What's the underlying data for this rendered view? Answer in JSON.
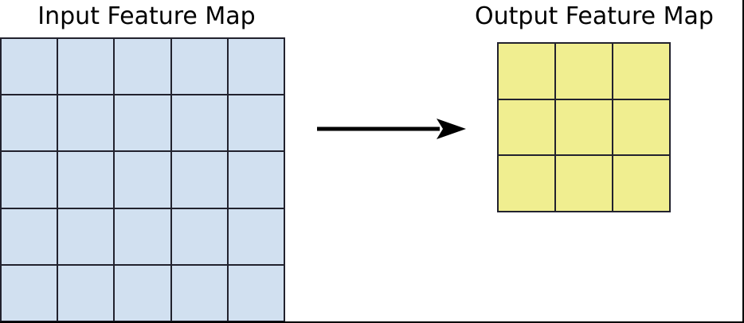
{
  "diagram": {
    "title_left": "Input Feature Map",
    "title_right": "Output Feature Map",
    "arrow_label": "",
    "colors": {
      "input_fill": "#d1e0f0",
      "output_fill": "#f0ee90",
      "gridline": "#22222e",
      "arrow": "#000000",
      "background": "#ffffff",
      "text": "#000000"
    }
  },
  "chart_data": {
    "type": "diagram",
    "title": "Convolution feature map size reduction",
    "panels": [
      {
        "name": "input",
        "label": "Input Feature Map",
        "rows": 5,
        "cols": 5,
        "cell_count": 25,
        "fill": "#d1e0f0"
      },
      {
        "name": "output",
        "label": "Output Feature Map",
        "rows": 3,
        "cols": 3,
        "cell_count": 9,
        "fill": "#f0ee90"
      }
    ],
    "connector": {
      "type": "arrow",
      "direction": "left-to-right",
      "from": "input",
      "to": "output",
      "label": ""
    }
  },
  "input_grid": {
    "rows": [
      [
        "",
        "",
        "",
        "",
        ""
      ],
      [
        "",
        "",
        "",
        "",
        ""
      ],
      [
        "",
        "",
        "",
        "",
        ""
      ],
      [
        "",
        "",
        "",
        "",
        ""
      ],
      [
        "",
        "",
        "",
        "",
        ""
      ]
    ]
  },
  "output_grid": {
    "rows": [
      [
        "",
        "",
        ""
      ],
      [
        "",
        "",
        ""
      ],
      [
        "",
        "",
        ""
      ]
    ]
  }
}
